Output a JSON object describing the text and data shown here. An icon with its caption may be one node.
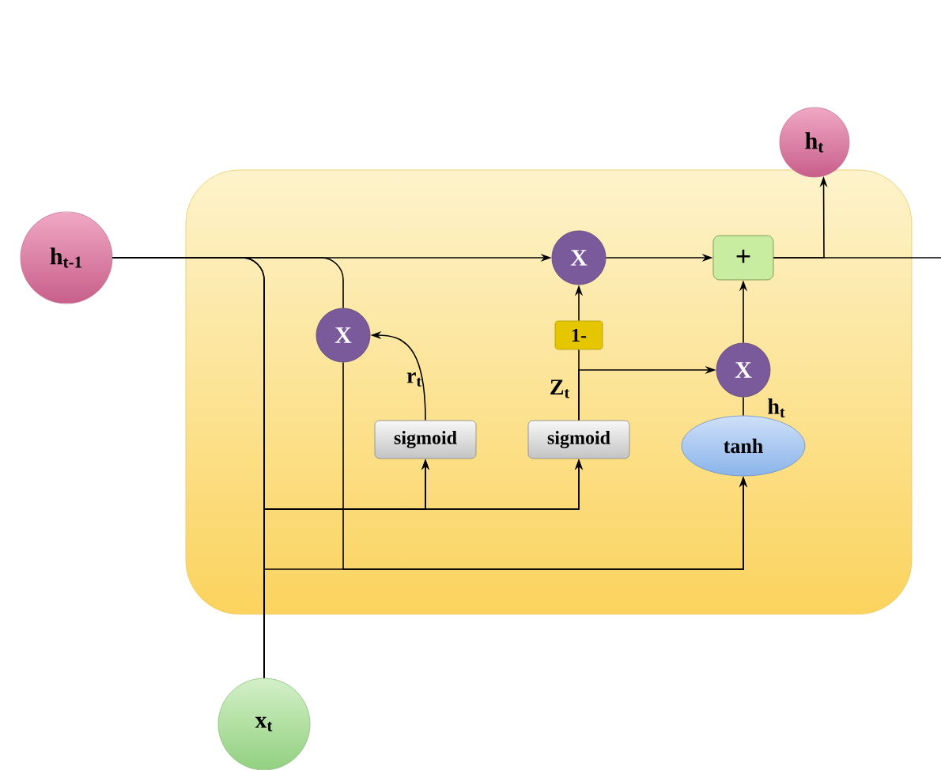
{
  "diagram": {
    "nodes": [
      {
        "text": [],
        "shape": "box"
      },
      {
        "text": [
          "h$_{t-1}$"
        ]
      },
      {
        "text": [
          "h$_{t}$"
        ]
      },
      {
        "text": [
          "x$_{t}$"
        ]
      },
      {
        "text": [
          "X"
        ],
        "in": 0
      },
      {
        "text": [
          "sigmoid"
        ],
        "in": 0
      },
      {
        "text": [
          "X"
        ],
        "in": 0
      },
      {
        "text": [
          "1-"
        ],
        "in": 0
      },
      {
        "text": [
          "sigmoid"
        ],
        "in": 0
      },
      {
        "text": [
          "+"
        ],
        "in": 0
      },
      {
        "text": [
          "X"
        ],
        "in": 0
      },
      {
        "text": [
          "tanh"
        ],
        "in": 0
      }
    ],
    "edges": [
      {
        "from": 1,
        "to": 6,
        "arrow": "to"
      },
      {
        "from": 1,
        "to": 4,
        "arrow": "none"
      },
      {
        "from": 1,
        "to": 5,
        "arrow": "to"
      },
      {
        "from": 1,
        "to": 8,
        "arrow": "to"
      },
      {
        "from": 3,
        "to": 5,
        "arrow": "to"
      },
      {
        "from": 3,
        "to": 8,
        "arrow": "to"
      },
      {
        "from": 3,
        "to": 11,
        "arrow": "to"
      },
      {
        "from": 4,
        "to": 11,
        "arrow": "to"
      },
      {
        "from": 5,
        "to": 4,
        "arrow": "to",
        "label": "r$_{t}$"
      },
      {
        "from": 8,
        "to": 7,
        "arrow": "none",
        "label": "Z$_{t}$"
      },
      {
        "from": 8,
        "to": 10,
        "arrow": "to"
      },
      {
        "from": 7,
        "to": 6,
        "arrow": "to"
      },
      {
        "from": 6,
        "to": 9,
        "arrow": "to"
      },
      {
        "from": 10,
        "to": 9,
        "arrow": "to"
      },
      {
        "from": 11,
        "to": 10,
        "arrow": "none",
        "label": "h$_{t}$"
      },
      {
        "from": 9,
        "to": 2,
        "arrow": "to"
      },
      {
        "from": 9,
        "to": null,
        "arrow": "none"
      }
    ]
  }
}
